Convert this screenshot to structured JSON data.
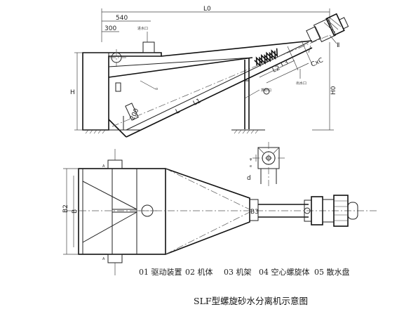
{
  "dimensions": {
    "total_length": "L0",
    "offset_540": "540",
    "offset_300": "300",
    "height_h": "H",
    "height_h0": "H0",
    "diameter_200": "200",
    "length_l": "L",
    "length_l1": "L1",
    "length_l2": "L2",
    "length_l3": "L3",
    "cxc": "CxC",
    "width_b": "B",
    "width_b2": "B2",
    "width_b3": "B3",
    "screw_label": "o",
    "end_label": "Ⅱ",
    "phi": "φ",
    "e": "e",
    "d": "d",
    "a": "A",
    "inlet_small": "进水口",
    "outlet_small": "出水口",
    "drain_small": "排砂口"
  },
  "legend": [
    "01 驱动装置",
    "02 机体",
    "03 机架",
    "04 空心螺旋体",
    "05 散水盘"
  ],
  "title": "SLF型螺旋砂水分离机示意图"
}
